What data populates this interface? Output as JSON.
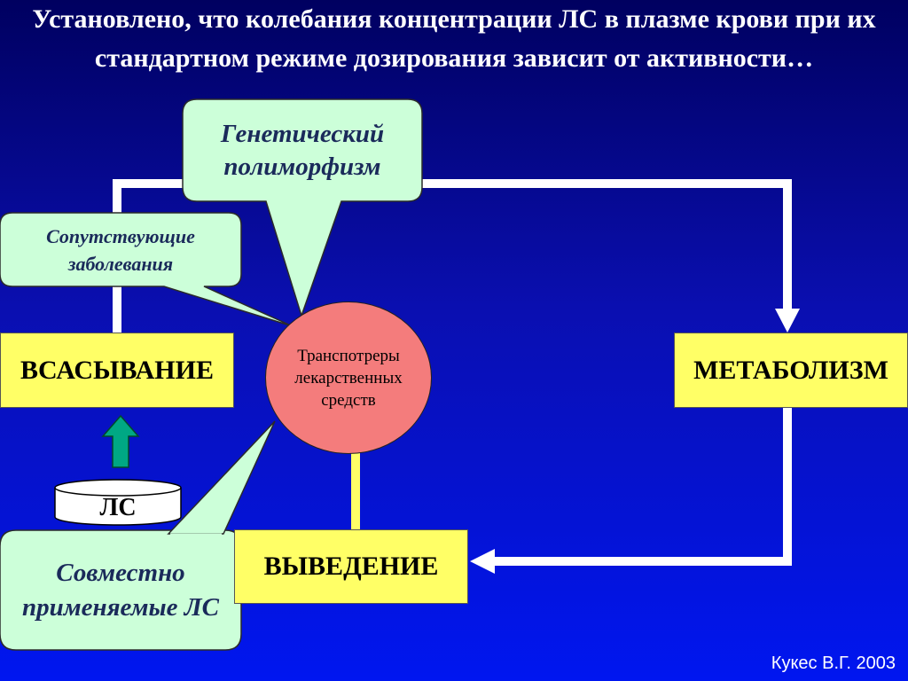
{
  "title": "Установлено, что колебания концентрации ЛС в плазме крови при их стандартном режиме дозирования зависит от активности…",
  "nodes": {
    "absorption": "ВСАСЫВАНИЕ",
    "metabolism": "МЕТАБОЛИЗМ",
    "excretion": "ВЫВЕДЕНИЕ",
    "transporters": "Транспотреры лекарственных средств",
    "drug": "ЛС"
  },
  "callouts": {
    "genetic": "Генетический полиморфизм",
    "comorbid": "Сопутствующие заболевания",
    "codrugs": "Совместно применяемые ЛС"
  },
  "credit": "Кукес В.Г. 2003",
  "colors": {
    "box_fill": "#ffff66",
    "circle_fill": "#f47c7c",
    "callout_fill": "#ccffd9",
    "arrow_green": "#00a884"
  }
}
